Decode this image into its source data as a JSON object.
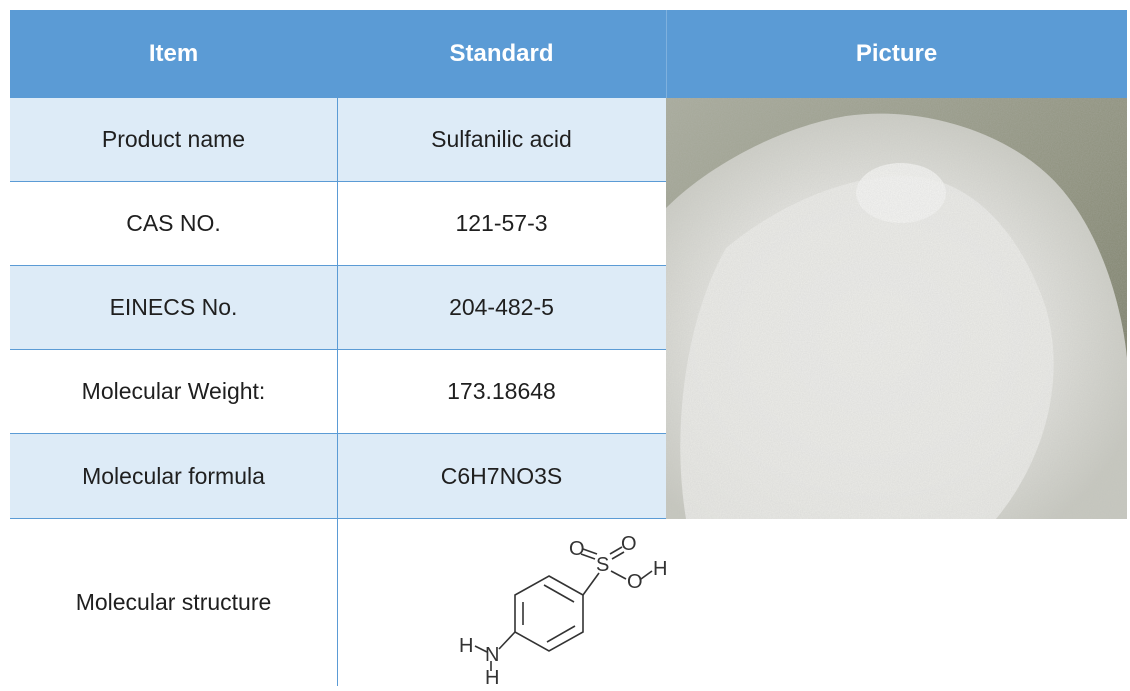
{
  "headers": {
    "item": "Item",
    "standard": "Standard",
    "picture": "Picture"
  },
  "rows": [
    {
      "item": "Product name",
      "standard": "Sulfanilic acid"
    },
    {
      "item": "CAS NO.",
      "standard": "121-57-3"
    },
    {
      "item": "EINECS No.",
      "standard": "204-482-5"
    },
    {
      "item": "Molecular Weight:",
      "standard": "173.18648"
    },
    {
      "item": "Molecular formula",
      "standard": "C6H7NO3S"
    }
  ],
  "structure_row": {
    "item": "Molecular structure"
  },
  "structure_atoms": {
    "o1": "O",
    "s": "S",
    "o2": "O",
    "o3": "O",
    "h_oh": "H",
    "h1": "H",
    "n": "N",
    "h2": "H"
  },
  "colors": {
    "header_bg": "#5B9BD5",
    "row_shade": "#DDEBF7",
    "border": "#5B9BD5"
  }
}
